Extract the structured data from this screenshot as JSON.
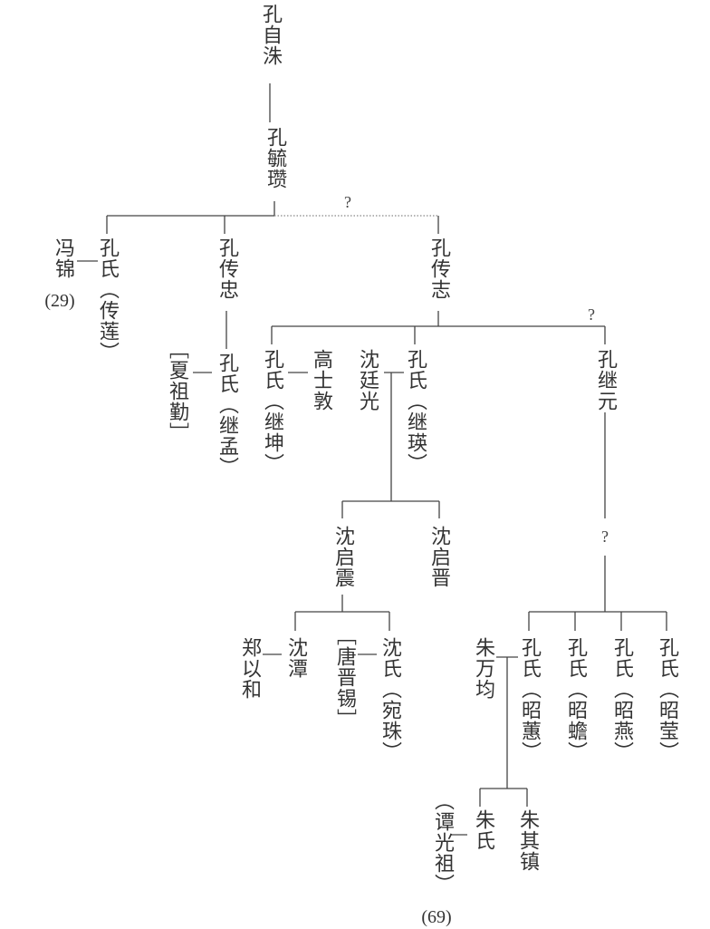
{
  "nodes": {
    "root": "孔自洙",
    "gen2": "孔毓瓒",
    "daughter_chuanlian": "孔氏（传莲）",
    "feng_jin": "冯锦",
    "feng_jin_note": "(29)",
    "kong_chuanzhong": "孔传忠",
    "kong_chuanzhi": "孔传志",
    "daughter_jimeng": "孔氏（继孟）",
    "xia_zuqin": "［夏祖勤］",
    "daughter_jikun": "孔氏（继坤）",
    "gao_shidun": "高士敦",
    "shen_tingguang": "沈廷光",
    "daughter_jiying": "孔氏（继瑛）",
    "kong_jiyuan": "孔继元",
    "shen_qizhen": "沈启震",
    "shen_qijin": "沈启晋",
    "zheng_yihe": "郑以和",
    "shen_tan": "沈潭",
    "tang_jinxi": "［唐晋锡］",
    "daughter_wanzhu": "沈氏（宛珠）",
    "zhu_wanjun": "朱万均",
    "daughter_zhaohui": "孔氏（昭蕙）",
    "daughter_zhaochan": "孔氏（昭蟾）",
    "daughter_zhaoyan": "孔氏（昭燕）",
    "daughter_zhaoying": "孔氏（昭莹）",
    "daughter_zhu": "朱氏",
    "zhu_qizhen": "朱其镇",
    "tan_guangzu": "（谭光祖）",
    "tan_guangzu_note": "(69)"
  },
  "unknown_marks": {
    "q1": "?",
    "q2": "?",
    "q3": "?"
  },
  "colors": {
    "line": "#444444",
    "text": "#333333"
  }
}
